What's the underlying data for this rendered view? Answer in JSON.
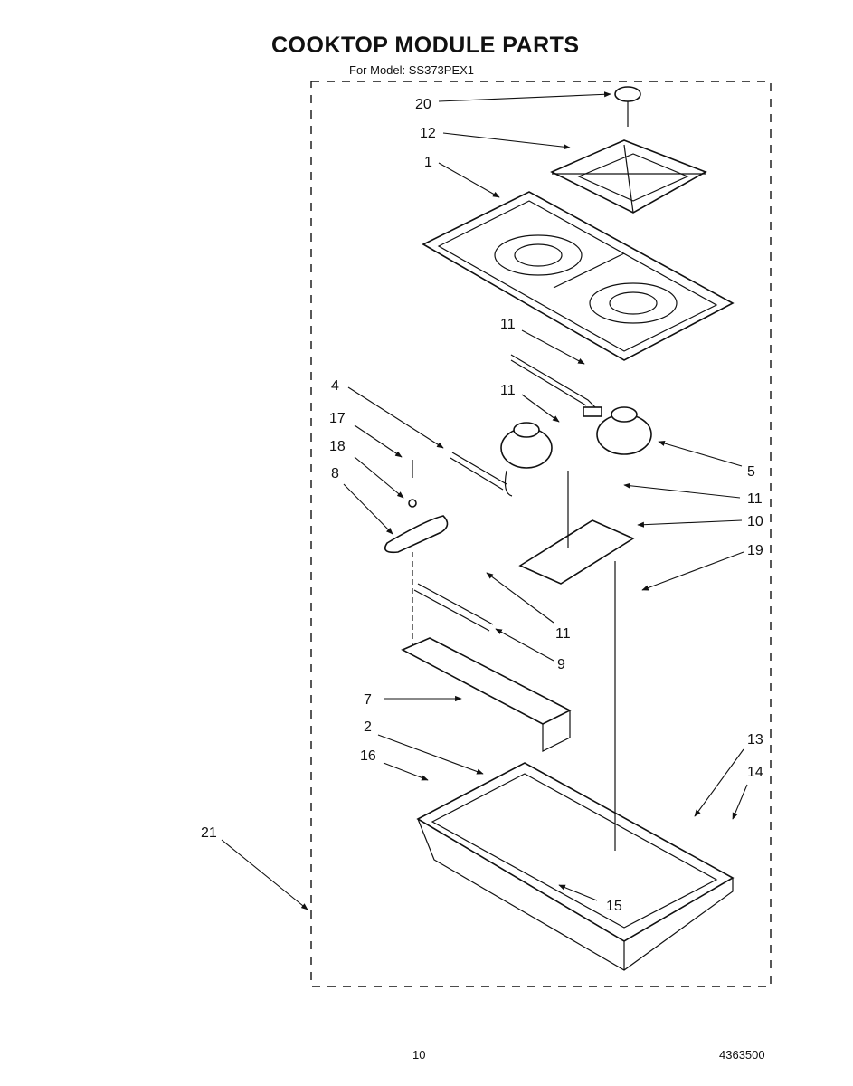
{
  "header": {
    "title": "COOKTOP MODULE PARTS",
    "model": "For Model: SS373PEX1"
  },
  "callouts": [
    "20",
    "12",
    "1",
    "11",
    "4",
    "11",
    "17",
    "18",
    "8",
    "5",
    "11",
    "10",
    "19",
    "11",
    "9",
    "7",
    "2",
    "16",
    "13",
    "14",
    "21",
    "15"
  ],
  "footer": {
    "page_number": "10",
    "document_code": "4363500"
  },
  "icons": [
    "exploded-parts-diagram"
  ]
}
